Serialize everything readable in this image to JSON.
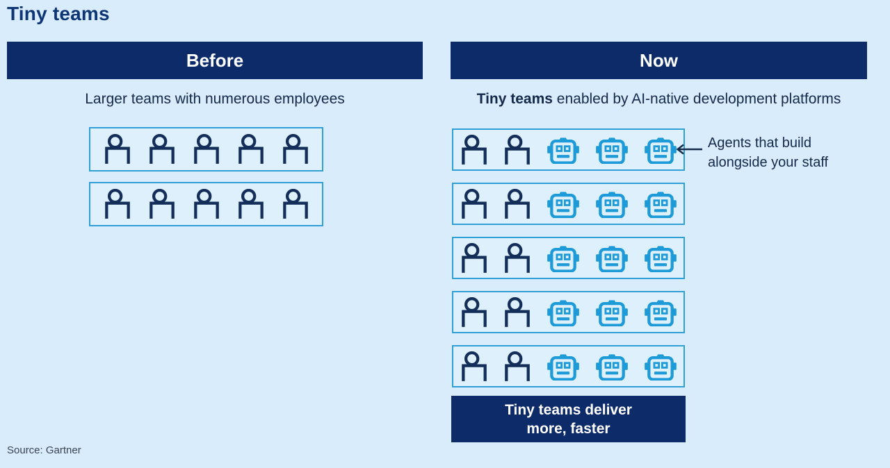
{
  "title": "Tiny teams",
  "source": "Source: Gartner",
  "colors": {
    "background": "#d8ecfb",
    "header_navy": "#0d2b69",
    "title_navy": "#0e3574",
    "body_text": "#15294a",
    "box_border": "#2f9fd6",
    "box_fill": "#def0fc",
    "person_icon": "#132e59",
    "robot_icon": "#1d9ad8"
  },
  "icons": {
    "person": "person-icon",
    "robot": "robot-icon",
    "arrow": "arrow-left-icon"
  },
  "before_section": {
    "header": "Before",
    "subtitle": "Larger teams with numerous employees",
    "rows": [
      [
        "person",
        "person",
        "person",
        "person",
        "person"
      ],
      [
        "person",
        "person",
        "person",
        "person",
        "person"
      ]
    ]
  },
  "now_section": {
    "header": "Now",
    "subtitle_bold": "Tiny teams",
    "subtitle_rest": " enabled by AI-native development platforms",
    "rows": [
      [
        "person",
        "person",
        "robot",
        "robot",
        "robot"
      ],
      [
        "person",
        "person",
        "robot",
        "robot",
        "robot"
      ],
      [
        "person",
        "person",
        "robot",
        "robot",
        "robot"
      ],
      [
        "person",
        "person",
        "robot",
        "robot",
        "robot"
      ],
      [
        "person",
        "person",
        "robot",
        "robot",
        "robot"
      ]
    ],
    "annotation_lines": [
      "Agents that build",
      "alongside your staff"
    ],
    "conclusion_lines": [
      "Tiny teams deliver",
      "more, faster"
    ]
  }
}
